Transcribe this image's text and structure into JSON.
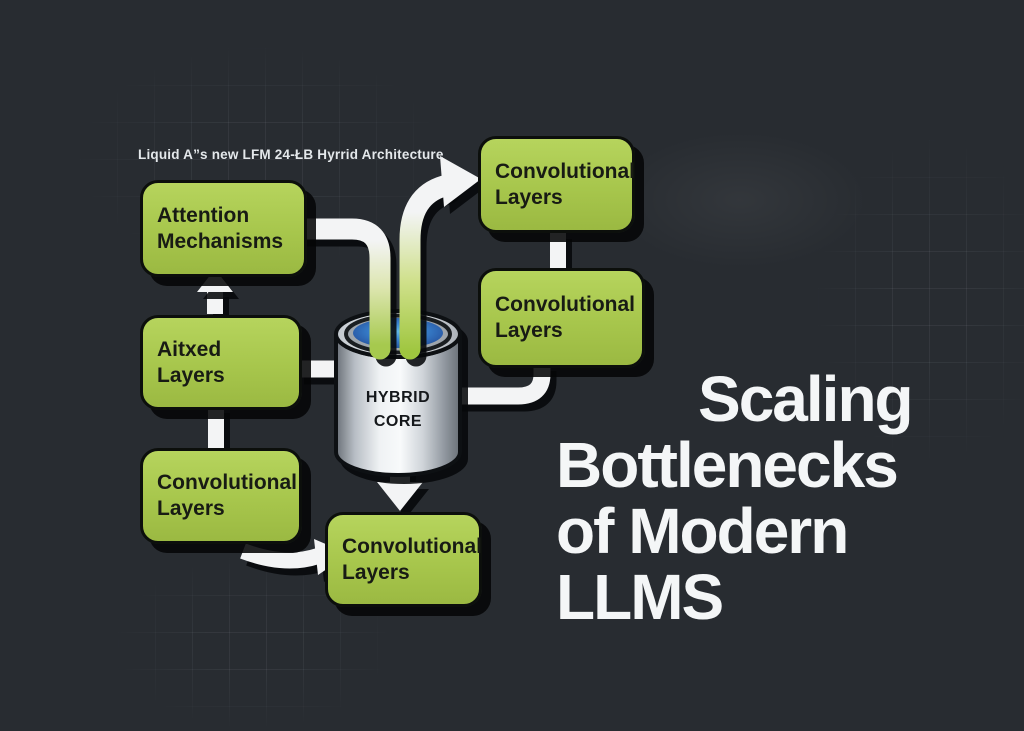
{
  "caption": "Liquid A”s new LFM 24-ŁB Hyrrid Architecture",
  "title": {
    "lines": [
      "Scaling",
      "Bottlenecks",
      "of Modern",
      "LLMS"
    ]
  },
  "nodes": [
    {
      "id": "attention-mechanisms",
      "label": "Attention Mechanisms"
    },
    {
      "id": "aitxed-layers",
      "label": "Aitxed Layers"
    },
    {
      "id": "convolutional-left",
      "label": "Convolutional Layers"
    },
    {
      "id": "convolutional-top-right",
      "label": "Convolutional Layers"
    },
    {
      "id": "convolutional-mid-right",
      "label": "Convolutional Layers"
    },
    {
      "id": "convolutional-bottom",
      "label": "Convolutional Layers"
    }
  ],
  "core": {
    "label": "HYBRID CORE"
  },
  "colors": {
    "background": "#282c31",
    "node_green": "#a9c84f",
    "node_border": "#0c0f0c",
    "arrow_white": "#f3f4f5",
    "title_text": "#f4f6f7",
    "liquid_blue": "#3a86d2",
    "liquid_rim_teal": "#2f8f85",
    "metal_silver": "#d9dde1"
  }
}
